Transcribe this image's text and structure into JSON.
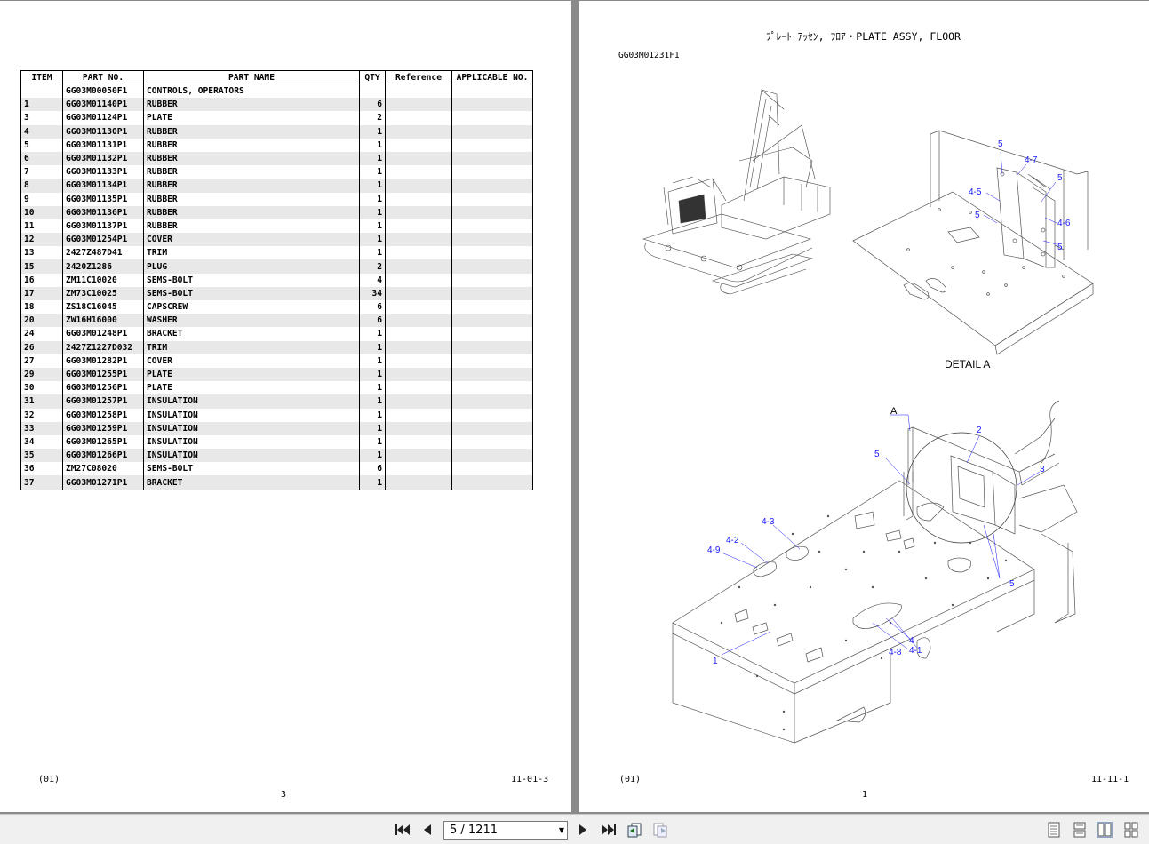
{
  "left_page": {
    "columns": [
      "ITEM",
      "PART NO.",
      "PART NAME",
      "QTY",
      "Reference",
      "APPLICABLE NO."
    ],
    "rows": [
      {
        "item": "",
        "part_no": "GG03M00050F1",
        "part_name": "CONTROLS, OPERATORS",
        "qty": ""
      },
      {
        "item": "1",
        "part_no": "GG03M01140P1",
        "part_name": "RUBBER",
        "qty": "6"
      },
      {
        "item": "3",
        "part_no": "GG03M01124P1",
        "part_name": "PLATE",
        "qty": "2"
      },
      {
        "item": "4",
        "part_no": "GG03M01130P1",
        "part_name": "RUBBER",
        "qty": "1"
      },
      {
        "item": "5",
        "part_no": "GG03M01131P1",
        "part_name": "RUBBER",
        "qty": "1"
      },
      {
        "item": "6",
        "part_no": "GG03M01132P1",
        "part_name": "RUBBER",
        "qty": "1"
      },
      {
        "item": "7",
        "part_no": "GG03M01133P1",
        "part_name": "RUBBER",
        "qty": "1"
      },
      {
        "item": "8",
        "part_no": "GG03M01134P1",
        "part_name": "RUBBER",
        "qty": "1"
      },
      {
        "item": "9",
        "part_no": "GG03M01135P1",
        "part_name": "RUBBER",
        "qty": "1"
      },
      {
        "item": "10",
        "part_no": "GG03M01136P1",
        "part_name": "RUBBER",
        "qty": "1"
      },
      {
        "item": "11",
        "part_no": "GG03M01137P1",
        "part_name": "RUBBER",
        "qty": "1"
      },
      {
        "item": "12",
        "part_no": "GG03M01254P1",
        "part_name": "COVER",
        "qty": "1"
      },
      {
        "item": "13",
        "part_no": "2427Z487D41",
        "part_name": "TRIM",
        "qty": "1"
      },
      {
        "item": "15",
        "part_no": "2420Z1286",
        "part_name": "PLUG",
        "qty": "2"
      },
      {
        "item": "16",
        "part_no": "ZM11C10020",
        "part_name": "SEMS-BOLT",
        "qty": "4"
      },
      {
        "item": "17",
        "part_no": "ZM73C10025",
        "part_name": "SEMS-BOLT",
        "qty": "34"
      },
      {
        "item": "18",
        "part_no": "ZS18C16045",
        "part_name": "CAPSCREW",
        "qty": "6"
      },
      {
        "item": "20",
        "part_no": "ZW16H16000",
        "part_name": "WASHER",
        "qty": "6"
      },
      {
        "item": "24",
        "part_no": "GG03M01248P1",
        "part_name": "BRACKET",
        "qty": "1"
      },
      {
        "item": "26",
        "part_no": "2427Z1227D032",
        "part_name": "TRIM",
        "qty": "1"
      },
      {
        "item": "27",
        "part_no": "GG03M01282P1",
        "part_name": "COVER",
        "qty": "1"
      },
      {
        "item": "29",
        "part_no": "GG03M01255P1",
        "part_name": "PLATE",
        "qty": "1"
      },
      {
        "item": "30",
        "part_no": "GG03M01256P1",
        "part_name": "PLATE",
        "qty": "1"
      },
      {
        "item": "31",
        "part_no": "GG03M01257P1",
        "part_name": "INSULATION",
        "qty": "1"
      },
      {
        "item": "32",
        "part_no": "GG03M01258P1",
        "part_name": "INSULATION",
        "qty": "1"
      },
      {
        "item": "33",
        "part_no": "GG03M01259P1",
        "part_name": "INSULATION",
        "qty": "1"
      },
      {
        "item": "34",
        "part_no": "GG03M01265P1",
        "part_name": "INSULATION",
        "qty": "1"
      },
      {
        "item": "35",
        "part_no": "GG03M01266P1",
        "part_name": "INSULATION",
        "qty": "1"
      },
      {
        "item": "36",
        "part_no": "ZM27C08020",
        "part_name": "SEMS-BOLT",
        "qty": "6"
      },
      {
        "item": "37",
        "part_no": "GG03M01271P1",
        "part_name": "BRACKET",
        "qty": "1"
      }
    ],
    "footer_left": "(01)",
    "footer_right": "11-01-3",
    "page_number": "3"
  },
  "right_page": {
    "title": "ﾌﾟﾚｰﾄ ｱｯｾﾝ, ﾌﾛｱ・PLATE ASSY, FLOOR",
    "drawing_no": "GG03M01231F1",
    "detail_label": "DETAIL A",
    "detail_callouts": [
      "5",
      "4-7",
      "5",
      "4-5",
      "5",
      "4-6",
      "5"
    ],
    "main_callouts": [
      "A",
      "2",
      "5",
      "3",
      "4-3",
      "4-2",
      "4-9",
      "5",
      "1",
      "4-8",
      "4",
      "4-1"
    ],
    "footer_left": "(01)",
    "footer_right": "11-11-1",
    "page_number": "1"
  },
  "toolbar": {
    "page_field": "5 / 1211"
  },
  "colors": {
    "callout": "#1a1aff",
    "viewer_bg": "#8a8a8a",
    "row_stripe": "#e8e8e8"
  }
}
